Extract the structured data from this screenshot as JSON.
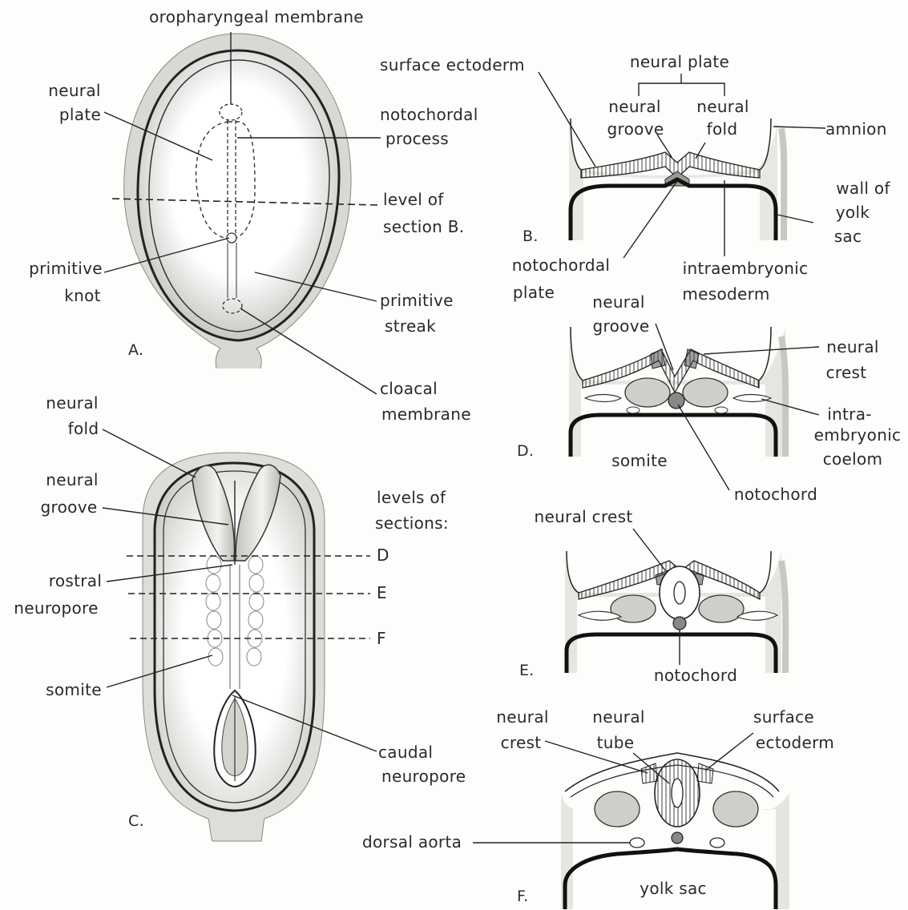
{
  "panel_a": {
    "letter": "A.",
    "oropharyngeal": "oropharyngeal membrane",
    "neural_plate": [
      "neural",
      "plate"
    ],
    "notochordal_process": [
      "notochordal",
      "process"
    ],
    "level_section": [
      "level of",
      "section B."
    ],
    "primitive_knot": [
      "primitive",
      "knot"
    ],
    "primitive_streak": [
      "primitive",
      "streak"
    ],
    "cloacal_membrane": [
      "cloacal",
      "membrane"
    ]
  },
  "panel_b": {
    "letter": "B.",
    "surface_ectoderm": "surface ectoderm",
    "neural_plate": "neural plate",
    "neural_groove": [
      "neural",
      "groove"
    ],
    "neural_fold": [
      "neural",
      "fold"
    ],
    "amnion": "amnion",
    "wall_yolk_sac": [
      "wall of",
      "yolk",
      "sac"
    ],
    "notochordal_plate": [
      "notochordal",
      "plate"
    ],
    "intraembryonic_mesoderm": [
      "intraembryonic",
      "mesoderm"
    ]
  },
  "panel_c": {
    "letter": "C.",
    "neural_fold": [
      "neural",
      "fold"
    ],
    "neural_groove": [
      "neural",
      "groove"
    ],
    "levels_of_sections": [
      "levels of",
      "sections:"
    ],
    "level_letters": [
      "D",
      "E",
      "F"
    ],
    "rostral_neuropore": [
      "rostral",
      "neuropore"
    ],
    "somite": "somite",
    "caudal_neuropore": [
      "caudal",
      "neuropore"
    ]
  },
  "panel_d": {
    "letter": "D.",
    "neural_groove": [
      "neural",
      "groove"
    ],
    "neural_crest": [
      "neural",
      "crest"
    ],
    "intraembryonic_coelom": [
      "intra-",
      "embryonic",
      "coelom"
    ],
    "somite": "somite",
    "notochord": "notochord"
  },
  "panel_e": {
    "letter": "E.",
    "neural_crest": "neural crest",
    "notochord": "notochord"
  },
  "panel_f": {
    "letter": "F.",
    "neural_crest": [
      "neural",
      "crest"
    ],
    "neural_tube": [
      "neural",
      "tube"
    ],
    "surface_ectoderm": [
      "surface",
      "ectoderm"
    ],
    "dorsal_aorta": "dorsal aorta",
    "yolk_sac": "yolk sac"
  }
}
